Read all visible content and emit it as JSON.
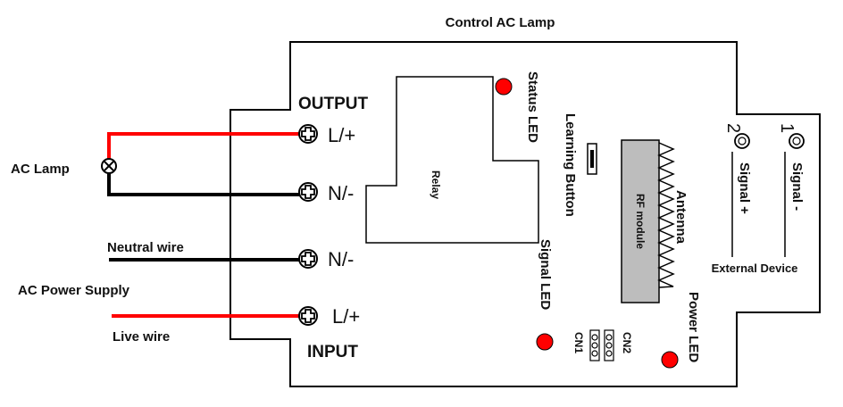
{
  "title": "Control AC Lamp",
  "output_label": "OUTPUT",
  "input_label": "INPUT",
  "terminals": {
    "out_live": "L/+",
    "out_neutral": "N/-",
    "in_neutral": "N/-",
    "in_live": "L/+"
  },
  "left_labels": {
    "ac_lamp": "AC Lamp",
    "neutral_wire": "Neutral wire",
    "ac_power_supply": "AC Power Supply",
    "live_wire": "Live wire"
  },
  "relay_label": "Relay",
  "status_led_label": "Status LED",
  "learning_button_label": "Learning Button",
  "signal_led_label": "Signal LED",
  "rf_module_label": "RF module",
  "antenna_label": "Antenna",
  "power_led_label": "Power LED",
  "jumpers": {
    "cn1": "CN1",
    "cn2": "CN2"
  },
  "signal_terminals": {
    "num1": "1",
    "num2": "2",
    "signal_minus": "Signal -",
    "signal_plus": "Signal +"
  },
  "external_device_label": "External Device",
  "colors": {
    "wire_live": "#ff0000",
    "wire_neutral": "#000000",
    "led": "#ff0000",
    "rf_module_fill": "#bdbdbd"
  }
}
